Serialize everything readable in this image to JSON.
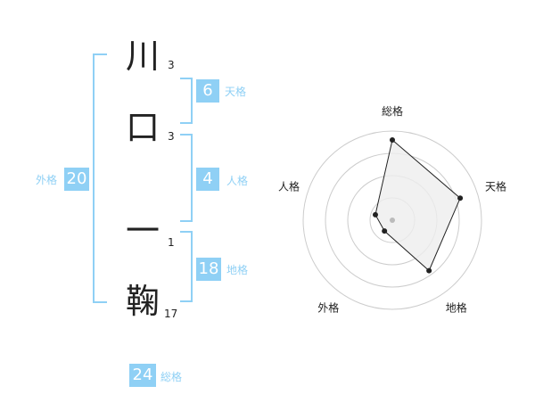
{
  "name": {
    "chars": [
      {
        "char": "川",
        "strokes": "3"
      },
      {
        "char": "口",
        "strokes": "3"
      },
      {
        "char": "一",
        "strokes": "1"
      },
      {
        "char": "鞠",
        "strokes": "17"
      }
    ]
  },
  "scores": {
    "tenkaku": {
      "value": "6",
      "label": "天格"
    },
    "jinkaku": {
      "value": "4",
      "label": "人格"
    },
    "chikaku": {
      "value": "18",
      "label": "地格"
    },
    "gaikaku": {
      "value": "20",
      "label": "外格"
    },
    "soukaku": {
      "value": "24",
      "label": "総格"
    }
  },
  "chart_data": {
    "type": "radar",
    "axes": [
      "総格",
      "天格",
      "地格",
      "外格",
      "人格"
    ],
    "values": [
      0.9,
      0.8,
      0.7,
      0.15,
      0.2
    ],
    "rings": 4,
    "range": [
      0,
      1
    ],
    "colors": {
      "fill": "#eeeeee",
      "line": "#222222",
      "grid": "#cccccc",
      "center": "#bbbbbb"
    }
  }
}
